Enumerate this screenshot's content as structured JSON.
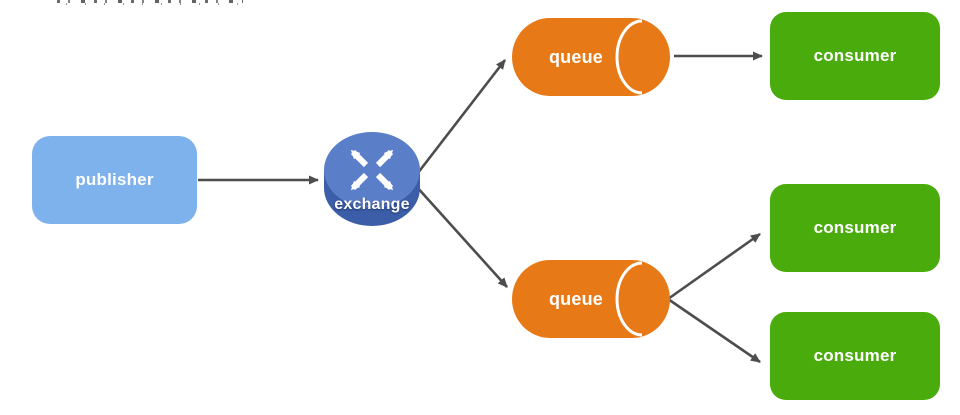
{
  "diagram": {
    "type": "message-flow-diagram",
    "nodes": {
      "publisher": {
        "label": "publisher",
        "shape": "rounded-rect",
        "color": "#7EB2EC"
      },
      "exchange": {
        "label": "exchange",
        "shape": "router-cylinder",
        "color_top": "#5B7EC8",
        "color_side": "#3C5EA8"
      },
      "queue_top": {
        "label": "queue",
        "shape": "horizontal-cylinder",
        "color": "#E87917"
      },
      "queue_bottom": {
        "label": "queue",
        "shape": "horizontal-cylinder",
        "color": "#E87917"
      },
      "consumer_top": {
        "label": "consumer",
        "shape": "rounded-rect",
        "color": "#4AAC0C"
      },
      "consumer_middle": {
        "label": "consumer",
        "shape": "rounded-rect",
        "color": "#4AAC0C"
      },
      "consumer_bottom": {
        "label": "consumer",
        "shape": "rounded-rect",
        "color": "#4AAC0C"
      }
    },
    "edges": [
      {
        "from": "publisher",
        "to": "exchange"
      },
      {
        "from": "exchange",
        "to": "queue_top"
      },
      {
        "from": "exchange",
        "to": "queue_bottom"
      },
      {
        "from": "queue_top",
        "to": "consumer_top"
      },
      {
        "from": "queue_bottom",
        "to": "consumer_middle"
      },
      {
        "from": "queue_bottom",
        "to": "consumer_bottom"
      }
    ],
    "edge_color": "#4D4D4D",
    "background": "#FFFFFF"
  }
}
